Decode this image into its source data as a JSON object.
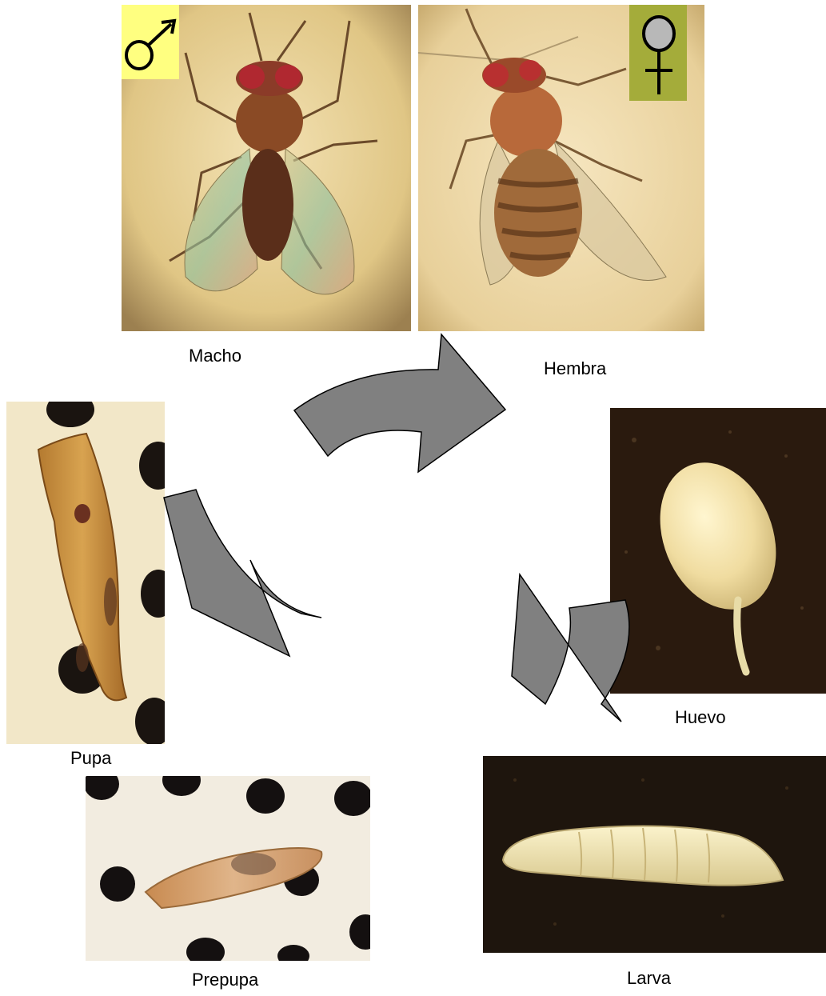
{
  "stages": {
    "macho": {
      "label": "Macho",
      "symbol": "male-symbol"
    },
    "hembra": {
      "label": "Hembra",
      "symbol": "female-symbol"
    },
    "huevo": {
      "label": "Huevo"
    },
    "larva": {
      "label": "Larva"
    },
    "prepupa": {
      "label": "Prepupa"
    },
    "pupa": {
      "label": "Pupa"
    }
  },
  "colors": {
    "arrow_fill": "#808080",
    "arrow_stroke": "#000000",
    "male_symbol_bg": "#ffff80",
    "female_symbol_bg": "#a4ac3a",
    "female_symbol_circle": "#b8b8b8"
  },
  "cycle_order": [
    "Macho",
    "Hembra",
    "Huevo",
    "Larva",
    "Prepupa",
    "Pupa"
  ]
}
